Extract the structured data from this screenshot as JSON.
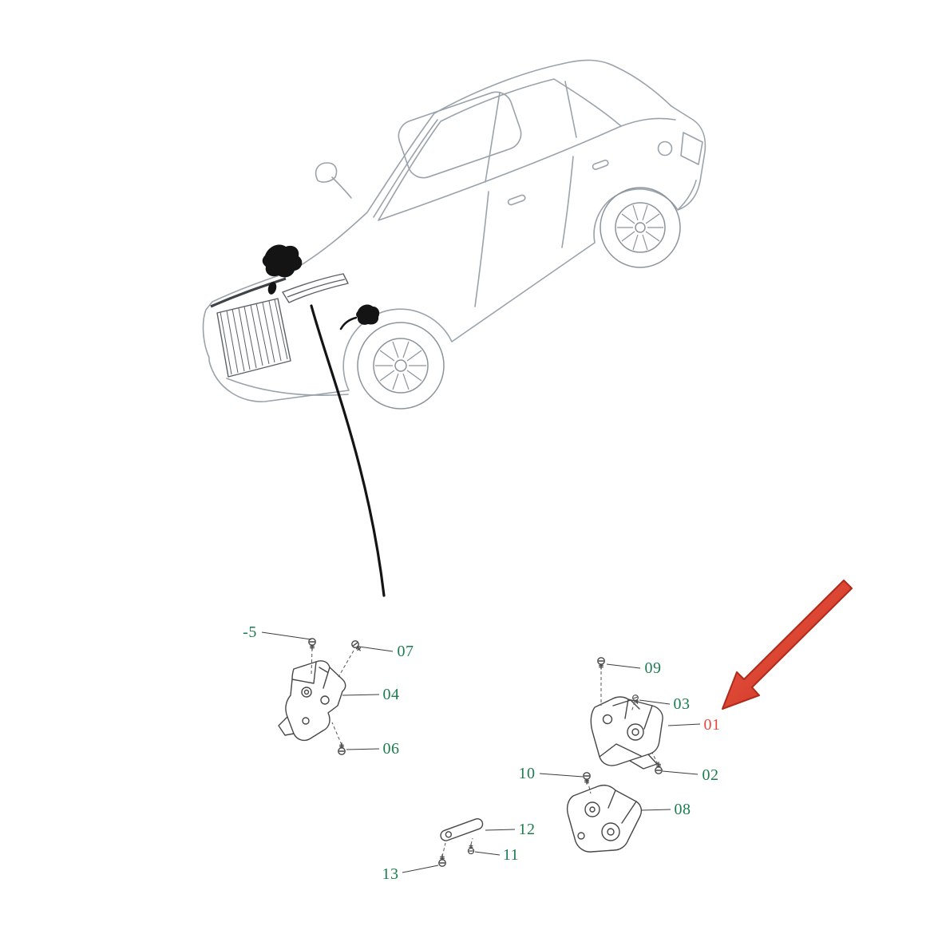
{
  "canvas": {
    "background": "#ffffff",
    "label_color": "#1b7d4f",
    "highlight_color": "#e8473b",
    "arrow_color": "#d73a28",
    "car_line_color": "#9aa3ab",
    "part_line_color": "#474747"
  },
  "labels": {
    "n5": "-5",
    "n07": "07",
    "n04": "04",
    "n06": "06",
    "n09": "09",
    "n03": "03",
    "n01": "01",
    "n02": "02",
    "n10": "10",
    "n08": "08",
    "n12": "12",
    "n11": "11",
    "n13": "13"
  }
}
